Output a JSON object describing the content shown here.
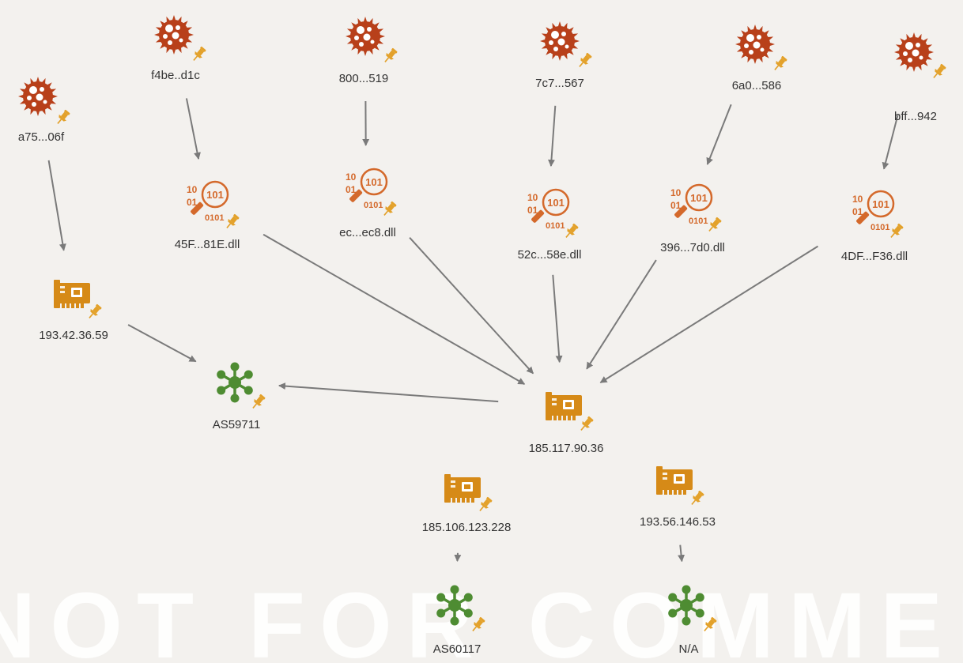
{
  "colors": {
    "malware": "#b8401a",
    "dll": "#d4692b",
    "ip": "#d68a17",
    "asn": "#4e8c32",
    "pin": "#e3a12a",
    "edge": "#7a7a7a",
    "label": "#333333"
  },
  "watermark": "NOT FOR COMMERCIAL USE",
  "nodes": {
    "mal1": {
      "type": "malware",
      "label": "a75...06f",
      "icon": "virus-icon"
    },
    "mal2": {
      "type": "malware",
      "label": "f4be..d1c",
      "icon": "virus-icon"
    },
    "mal3": {
      "type": "malware",
      "label": "800...519",
      "icon": "virus-icon"
    },
    "mal4": {
      "type": "malware",
      "label": "7c7...567",
      "icon": "virus-icon"
    },
    "mal5": {
      "type": "malware",
      "label": "6a0...586",
      "icon": "virus-icon"
    },
    "mal6": {
      "type": "malware",
      "label": "bff...942",
      "icon": "virus-icon"
    },
    "dll1": {
      "type": "dll",
      "label": "45F...81E.dll",
      "icon": "binary-search-icon"
    },
    "dll2": {
      "type": "dll",
      "label": "ec...ec8.dll",
      "icon": "binary-search-icon"
    },
    "dll3": {
      "type": "dll",
      "label": "52c...58e.dll",
      "icon": "binary-search-icon"
    },
    "dll4": {
      "type": "dll",
      "label": "396...7d0.dll",
      "icon": "binary-search-icon"
    },
    "dll5": {
      "type": "dll",
      "label": "4DF...F36.dll",
      "icon": "binary-search-icon"
    },
    "ip1": {
      "type": "ip",
      "label": "193.42.36.59",
      "icon": "network-card-icon"
    },
    "ip2": {
      "type": "ip",
      "label": "185.117.90.36",
      "icon": "network-card-icon"
    },
    "ip3": {
      "type": "ip",
      "label": "185.106.123.228",
      "icon": "network-card-icon"
    },
    "ip4": {
      "type": "ip",
      "label": "193.56.146.53",
      "icon": "network-card-icon"
    },
    "asn1": {
      "type": "asn",
      "label": "AS59711",
      "icon": "hub-icon"
    },
    "asn2": {
      "type": "asn",
      "label": "AS60117",
      "icon": "hub-icon"
    },
    "asn3": {
      "type": "asn",
      "label": "N/A",
      "icon": "hub-icon"
    }
  },
  "edges": [
    {
      "from": "mal1",
      "to": "ip1"
    },
    {
      "from": "mal2",
      "to": "dll1"
    },
    {
      "from": "mal3",
      "to": "dll2"
    },
    {
      "from": "mal4",
      "to": "dll3"
    },
    {
      "from": "mal5",
      "to": "dll4"
    },
    {
      "from": "mal6",
      "to": "dll5"
    },
    {
      "from": "ip1",
      "to": "asn1"
    },
    {
      "from": "dll1",
      "to": "ip2"
    },
    {
      "from": "dll2",
      "to": "ip2"
    },
    {
      "from": "dll3",
      "to": "ip2"
    },
    {
      "from": "dll4",
      "to": "ip2"
    },
    {
      "from": "dll5",
      "to": "ip2"
    },
    {
      "from": "ip2",
      "to": "asn1"
    },
    {
      "from": "ip3",
      "to": "asn2"
    },
    {
      "from": "ip4",
      "to": "asn3"
    }
  ]
}
